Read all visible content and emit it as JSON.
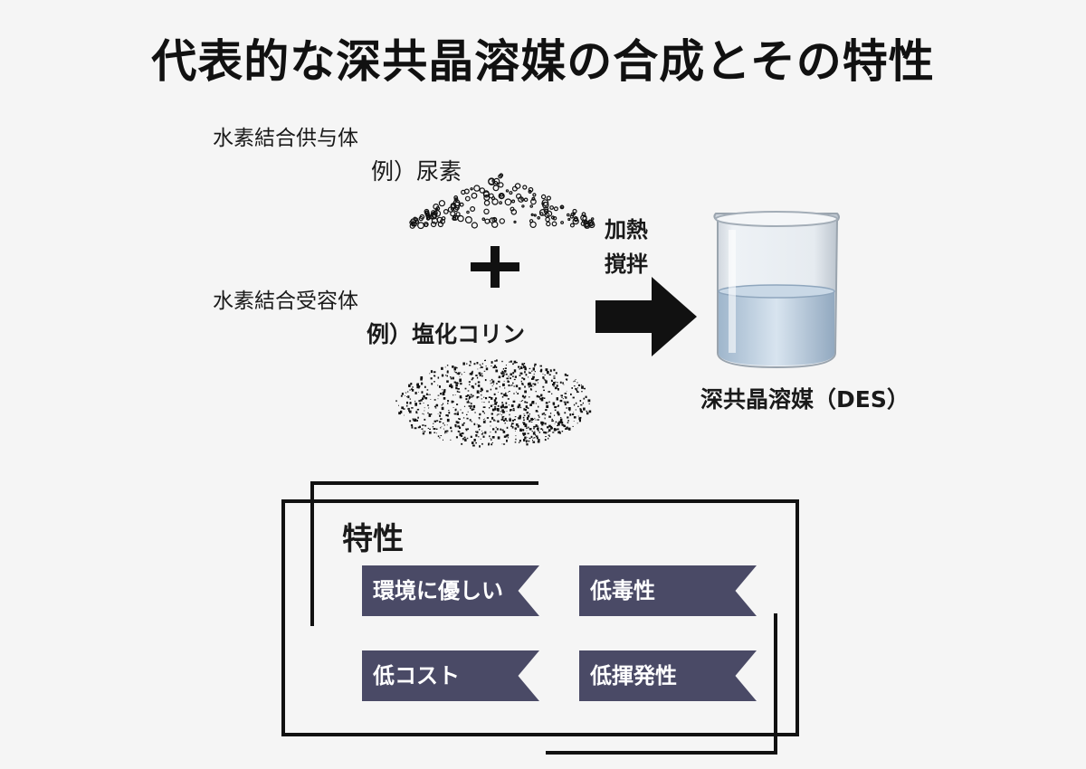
{
  "title": "代表的な深共晶溶媒の合成とその特性",
  "donor": {
    "label": "水素結合供与体",
    "example": "例）尿素"
  },
  "acceptor": {
    "label": "水素結合受容体",
    "example": "例）塩化コリン"
  },
  "process": {
    "line1": "加熱",
    "line2": "撹拌"
  },
  "product": {
    "label": "深共晶溶媒（DES）"
  },
  "characteristics": {
    "heading": "特性",
    "items": [
      "環境に優しい",
      "低毒性",
      "低コスト",
      "低揮発性"
    ]
  },
  "colors": {
    "ribbon": "#4a4a66",
    "background": "#f5f5f5",
    "text": "#111111"
  }
}
